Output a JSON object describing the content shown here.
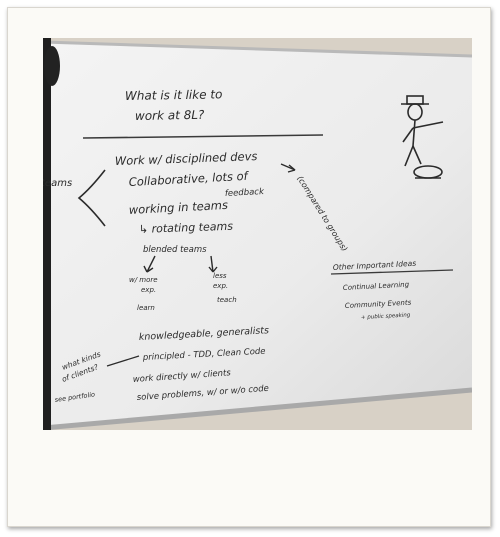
{
  "whiteboard": {
    "title_line1": "What is it like to",
    "title_line2": "work at 8L?",
    "side_label": "teams",
    "items": [
      "Work w/ disciplined devs",
      "Collaborative, lots of",
      "feedback",
      "working in teams",
      "↳ rotating teams"
    ],
    "side_note": "(compared to groups)",
    "blended": "blended teams",
    "left_branch_1": "w/ more",
    "left_branch_2": "exp.",
    "left_branch_3": "learn",
    "right_branch_1": "less",
    "right_branch_2": "exp.",
    "right_branch_3": "teach",
    "lower_items": [
      "knowledgeable, generalists",
      "principled - TDD, Clean Code",
      "work directly w/ clients",
      "solve problems, w/ or w/o code"
    ],
    "question_line1": "what kinds",
    "question_line2": "of clients?",
    "see_portfolio": "see portfolio",
    "other_title": "Other Important Ideas",
    "other_items": [
      "Continual Learning",
      "Community Events",
      "+ public speaking"
    ]
  }
}
